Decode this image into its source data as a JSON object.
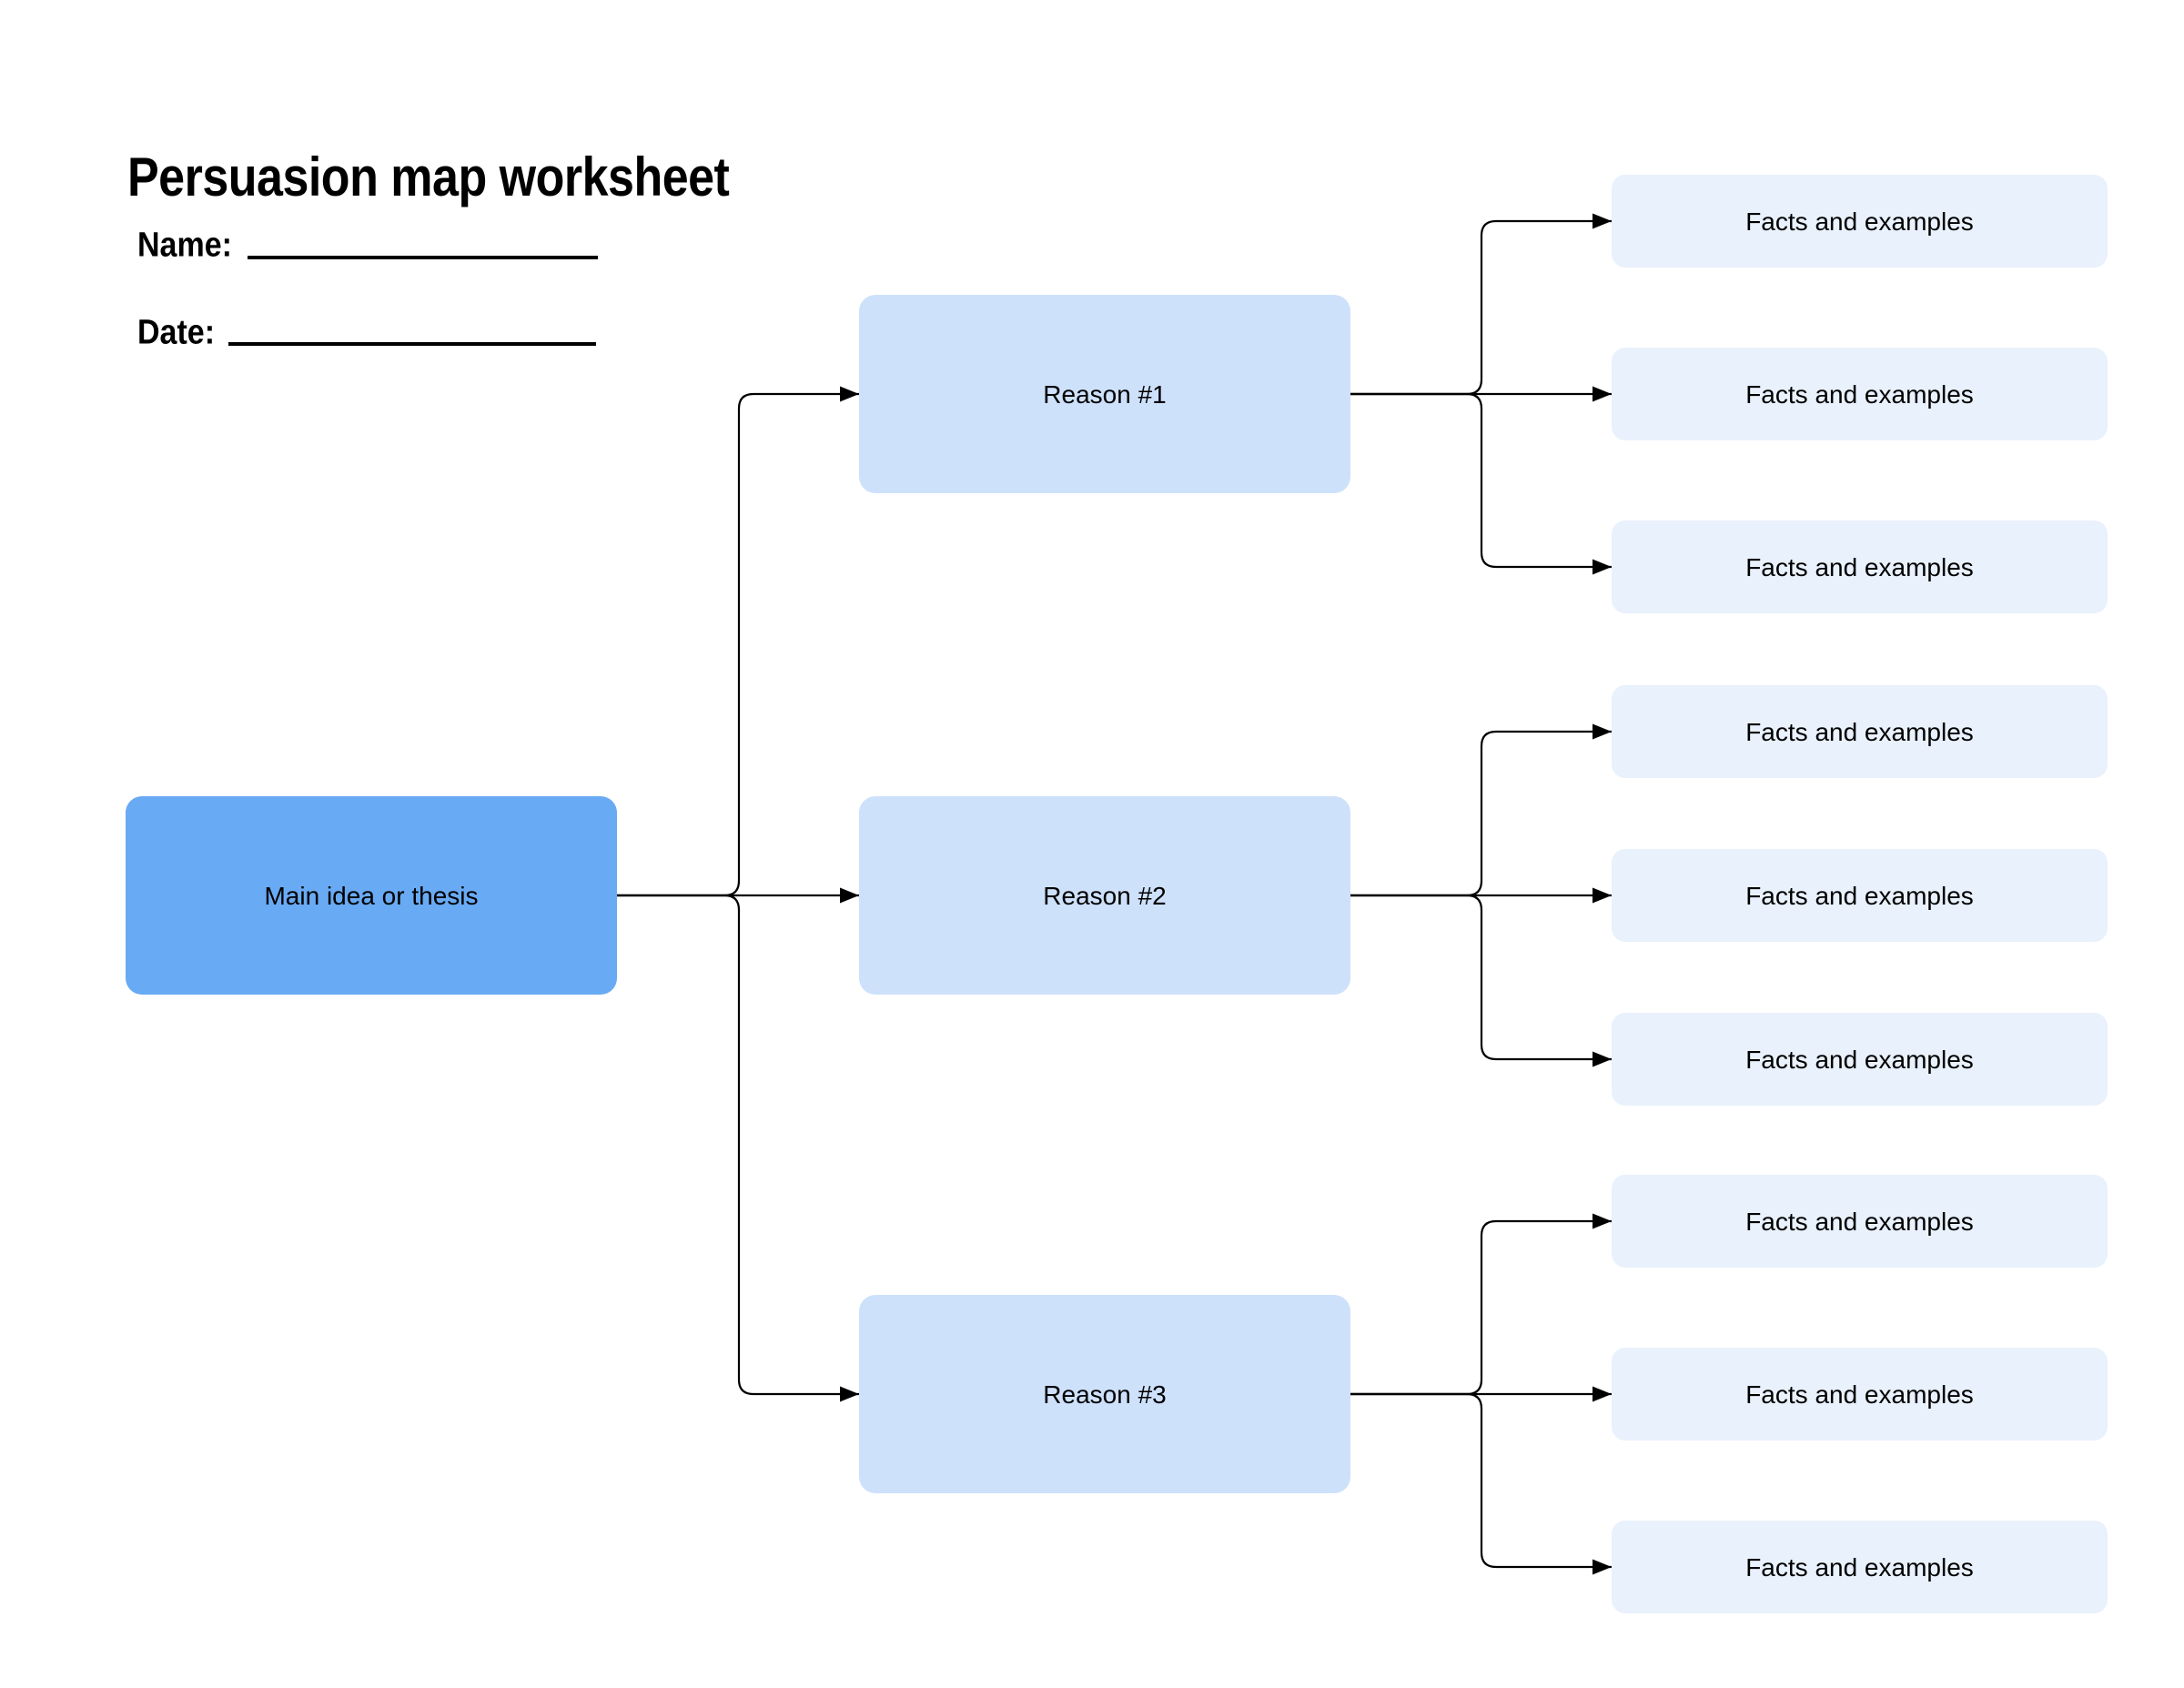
{
  "header": {
    "title": "Persuasion map worksheet",
    "name_label": "Name:",
    "date_label": "Date:"
  },
  "diagram": {
    "main": {
      "label": "Main idea or thesis"
    },
    "reasons": [
      {
        "label": "Reason #1"
      },
      {
        "label": "Reason #2"
      },
      {
        "label": "Reason #3"
      }
    ],
    "facts": [
      {
        "label": "Facts and examples"
      },
      {
        "label": "Facts and examples"
      },
      {
        "label": "Facts and examples"
      },
      {
        "label": "Facts and examples"
      },
      {
        "label": "Facts and examples"
      },
      {
        "label": "Facts and examples"
      },
      {
        "label": "Facts and examples"
      },
      {
        "label": "Facts and examples"
      },
      {
        "label": "Facts and examples"
      }
    ]
  },
  "colors": {
    "background": "#ffffff",
    "main_fill": "#69aaf4",
    "reason_fill": "#cee1fb",
    "facts_fill": "#e9f1fc",
    "connector": "#000000",
    "text": "#000000"
  }
}
